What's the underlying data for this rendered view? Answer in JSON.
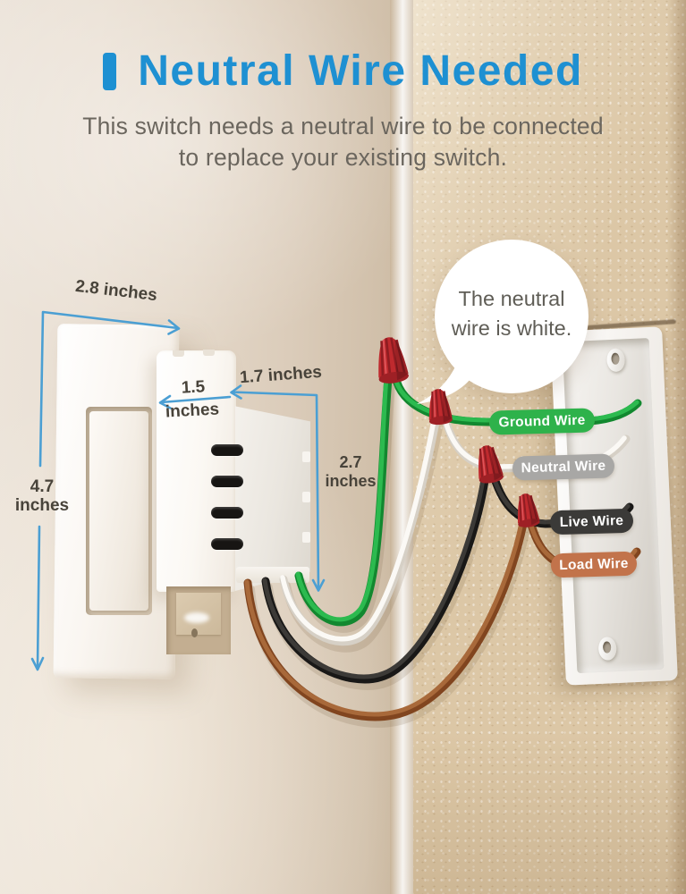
{
  "title": {
    "text": "Neutral Wire Needed"
  },
  "subtitle": {
    "line1": "This switch needs a neutral wire to be connected",
    "line2": "to replace your existing switch."
  },
  "bubble": {
    "line1": "The neutral",
    "line2": "wire is white."
  },
  "measurements": {
    "plate_width": {
      "value": "2.8",
      "unit": "inches"
    },
    "plate_height": {
      "value": "4.7",
      "unit": "inches"
    },
    "module_width": {
      "value": "1.5",
      "unit": "inches"
    },
    "module_depth": {
      "value": "1.7",
      "unit": "inches"
    },
    "module_height": {
      "value": "2.7",
      "unit": "inches"
    }
  },
  "wire_labels": [
    {
      "text": "Ground Wire",
      "color": "#2eb24b",
      "wire": "green"
    },
    {
      "text": "Neutral Wire",
      "color": "#a8a7a5",
      "wire": "white"
    },
    {
      "text": "Live Wire",
      "color": "#3b3a38",
      "wire": "black"
    },
    {
      "text": "Load Wire",
      "color": "#c2734b",
      "wire": "brown"
    }
  ],
  "colors": {
    "accent_blue": "#1e90d2",
    "measure_line": "#4b9fd3",
    "measure_text": "#48433a",
    "subtitle_text": "#6b665e",
    "wall_tan": "#dcc7a6",
    "wire_green": "#1ca33e",
    "wire_white": "#f5f2ec",
    "wire_black": "#262422",
    "wire_brown": "#8a5129",
    "wire_nut_red": "#bf2a2e"
  }
}
